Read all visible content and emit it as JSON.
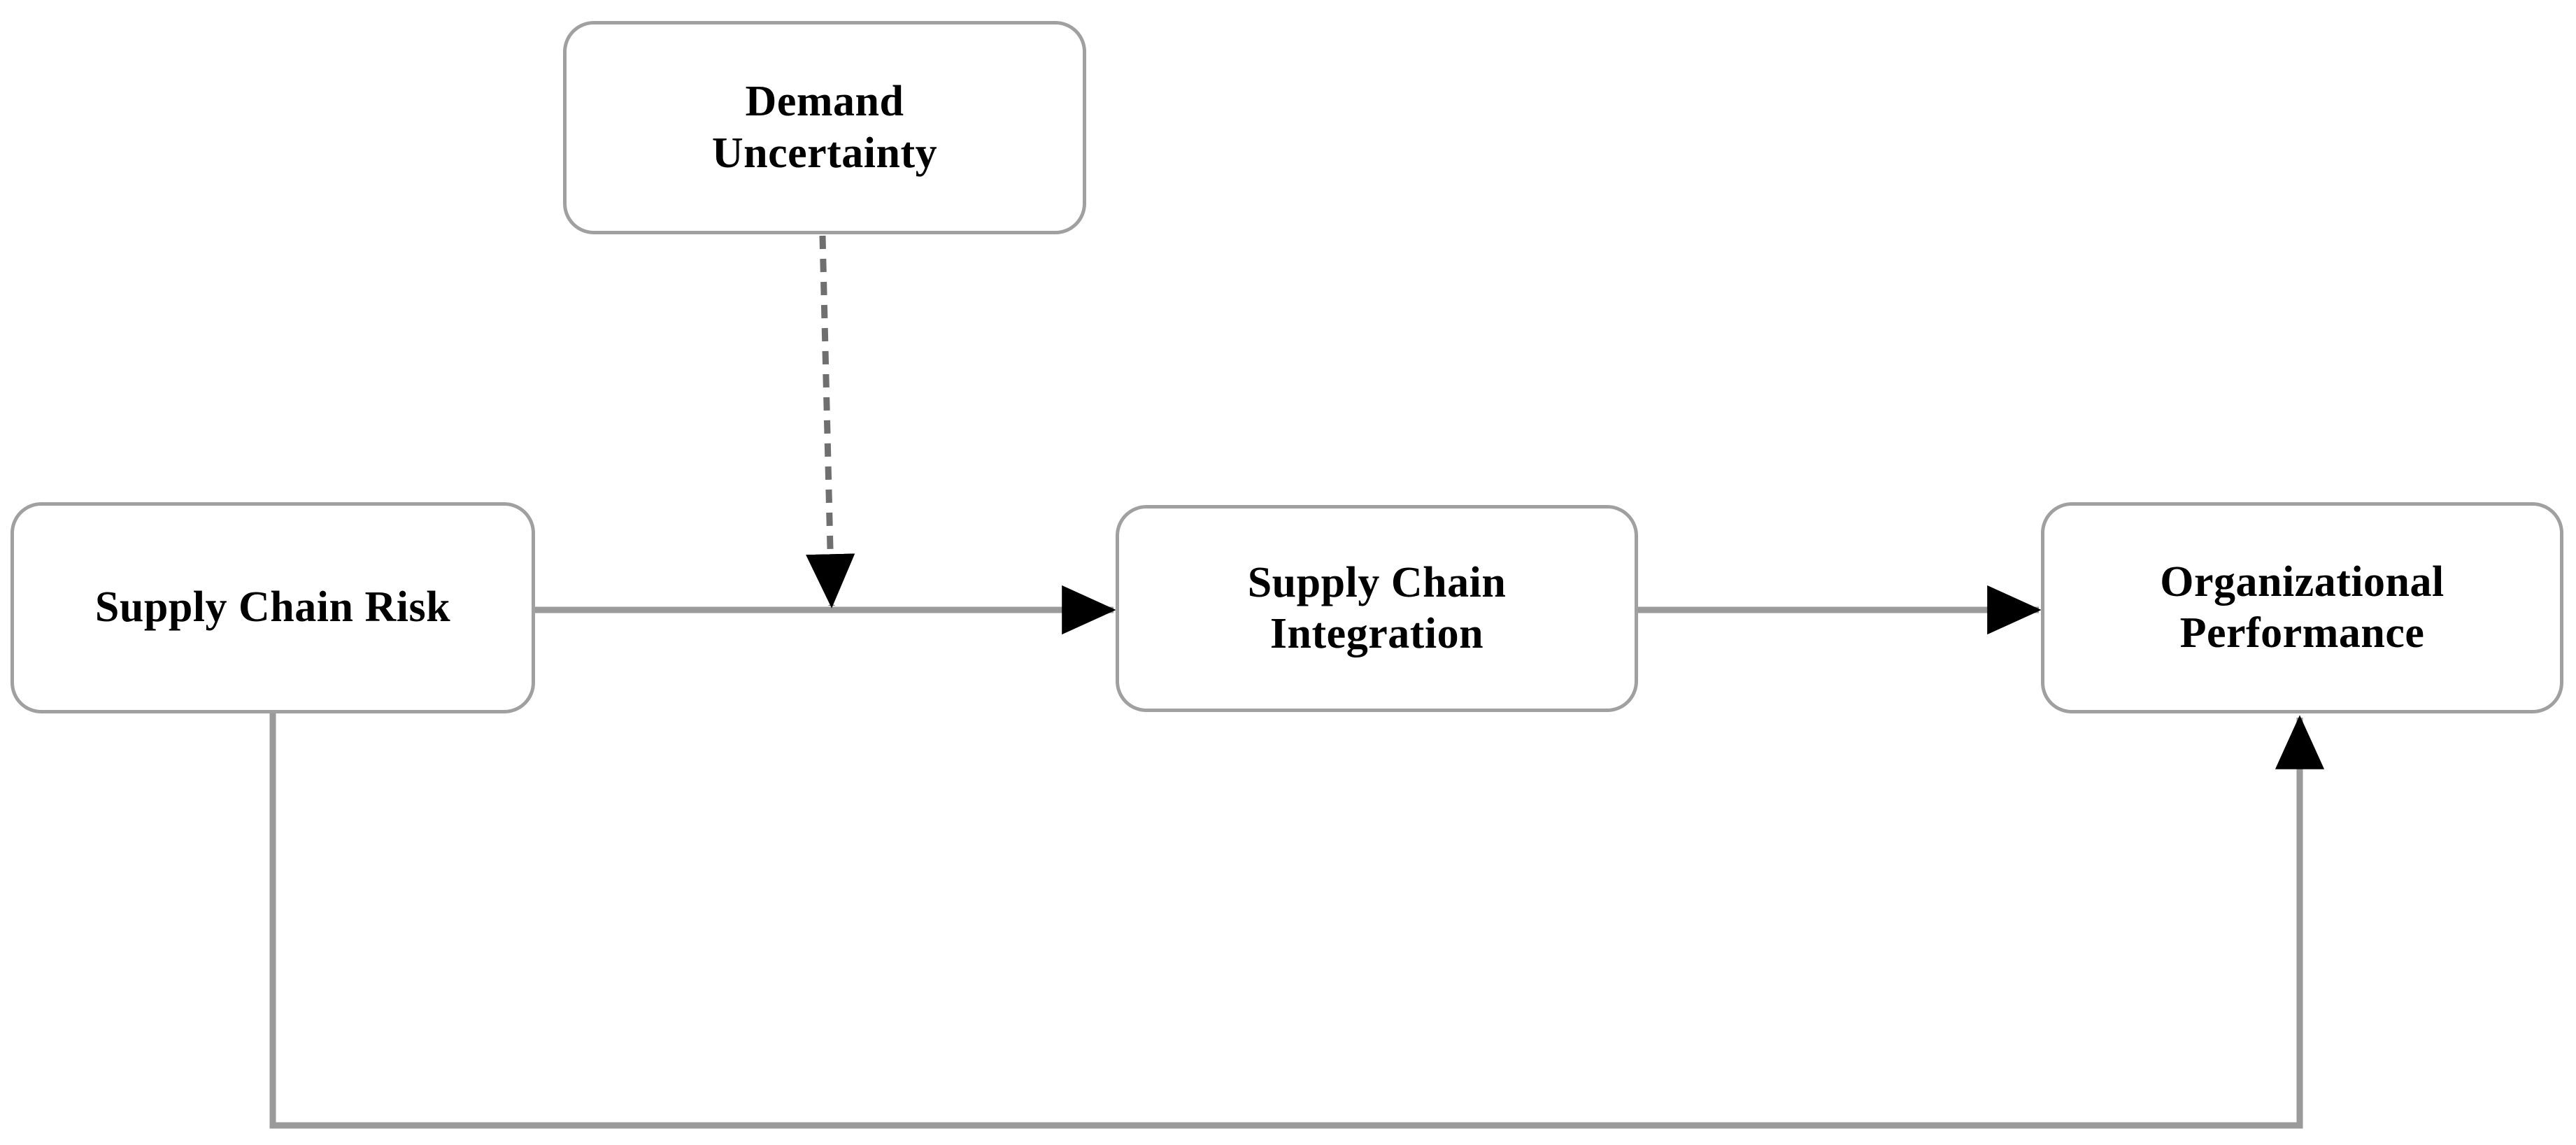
{
  "diagram": {
    "type": "conceptual-framework",
    "background_color": "#ffffff",
    "node_border_color": "#a0a0a0",
    "connector_color": "#9a9a9a",
    "arrowhead_color": "#000000",
    "text_color": "#000000",
    "nodes": [
      {
        "id": "demand-uncertainty",
        "label": "Demand\nUncertainty",
        "role": "moderator"
      },
      {
        "id": "supply-chain-risk",
        "label": "Supply Chain Risk",
        "role": "independent-variable"
      },
      {
        "id": "supply-chain-integration",
        "label": "Supply Chain\nIntegration",
        "role": "mediator"
      },
      {
        "id": "organizational-performance",
        "label": "Organizational\nPerformance",
        "role": "dependent-variable"
      }
    ],
    "connectors": [
      {
        "id": "scr-to-sci",
        "from": "supply-chain-risk",
        "to": "supply-chain-integration",
        "style": "solid",
        "arrow": "end"
      },
      {
        "id": "sci-to-op",
        "from": "supply-chain-integration",
        "to": "organizational-performance",
        "style": "solid",
        "arrow": "end"
      },
      {
        "id": "du-moderates-scr-sci",
        "from": "demand-uncertainty",
        "to": "scr-to-sci",
        "style": "dashed",
        "arrow": "end"
      },
      {
        "id": "scr-to-op",
        "from": "supply-chain-risk",
        "to": "organizational-performance",
        "style": "solid",
        "arrow": "end"
      }
    ]
  }
}
